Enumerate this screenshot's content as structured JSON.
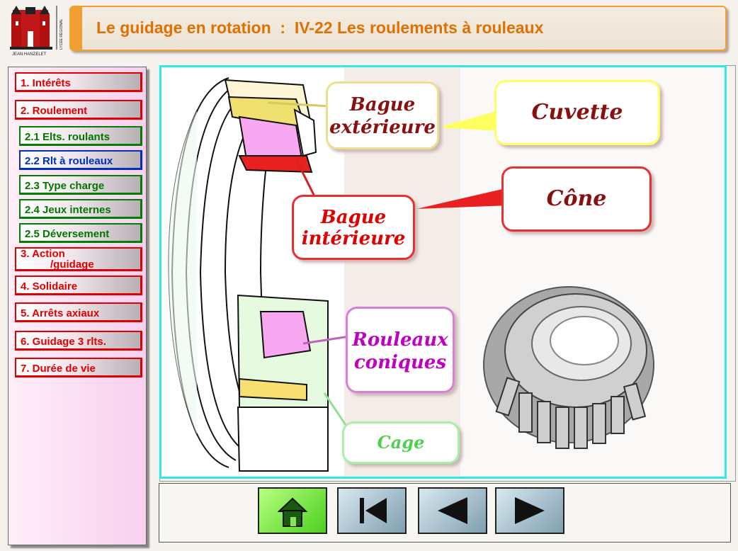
{
  "header": {
    "title_prefix": "Le guidage en rotation  :  ",
    "title_main": "IV-22 Les roulements à rouleaux",
    "logo_text_left": "JEAN HANZELET",
    "logo_text_right": "LYCÉE RÉGIONAL"
  },
  "sidebar": {
    "items": [
      {
        "label": "1. Intérêts",
        "color": "red"
      },
      {
        "label": "2. Roulement",
        "color": "red"
      },
      {
        "label": "2.1 Elts. roulants",
        "color": "green"
      },
      {
        "label": "2.2 Rlt à rouleaux",
        "color": "blue"
      },
      {
        "label": "2.3 Type charge",
        "color": "green"
      },
      {
        "label": "2.4 Jeux internes",
        "color": "green"
      },
      {
        "label": "2.5 Déversement",
        "color": "green"
      },
      {
        "label": "3. Action",
        "label2": "/guidage",
        "color": "red"
      },
      {
        "label": "4. Solidaire",
        "color": "red"
      },
      {
        "label": "5. Arrêts axiaux",
        "color": "red"
      },
      {
        "label": "6. Guidage 3 rlts.",
        "color": "red"
      },
      {
        "label": "7. Durée de vie",
        "color": "red"
      }
    ]
  },
  "diagram": {
    "bague_ext_1": "Bague",
    "bague_ext_2": "extérieure",
    "cuvette": "Cuvette",
    "bague_int_1": "Bague",
    "bague_int_2": "intérieure",
    "cone": "Cône",
    "rouleaux_1": "Rouleaux",
    "rouleaux_2": "coniques",
    "cage": "Cage"
  },
  "navigation": {
    "home_icon": "home-icon",
    "first_icon": "skip-back-icon",
    "prev_icon": "triangle-left-icon",
    "next_icon": "triangle-right-icon"
  },
  "colors": {
    "title_orange": "#f08a10",
    "border_red": "#e00000",
    "border_green": "#008000",
    "border_blue": "#0030c0",
    "content_border": "#2ee8ec",
    "label_maroon": "#8a1010"
  }
}
